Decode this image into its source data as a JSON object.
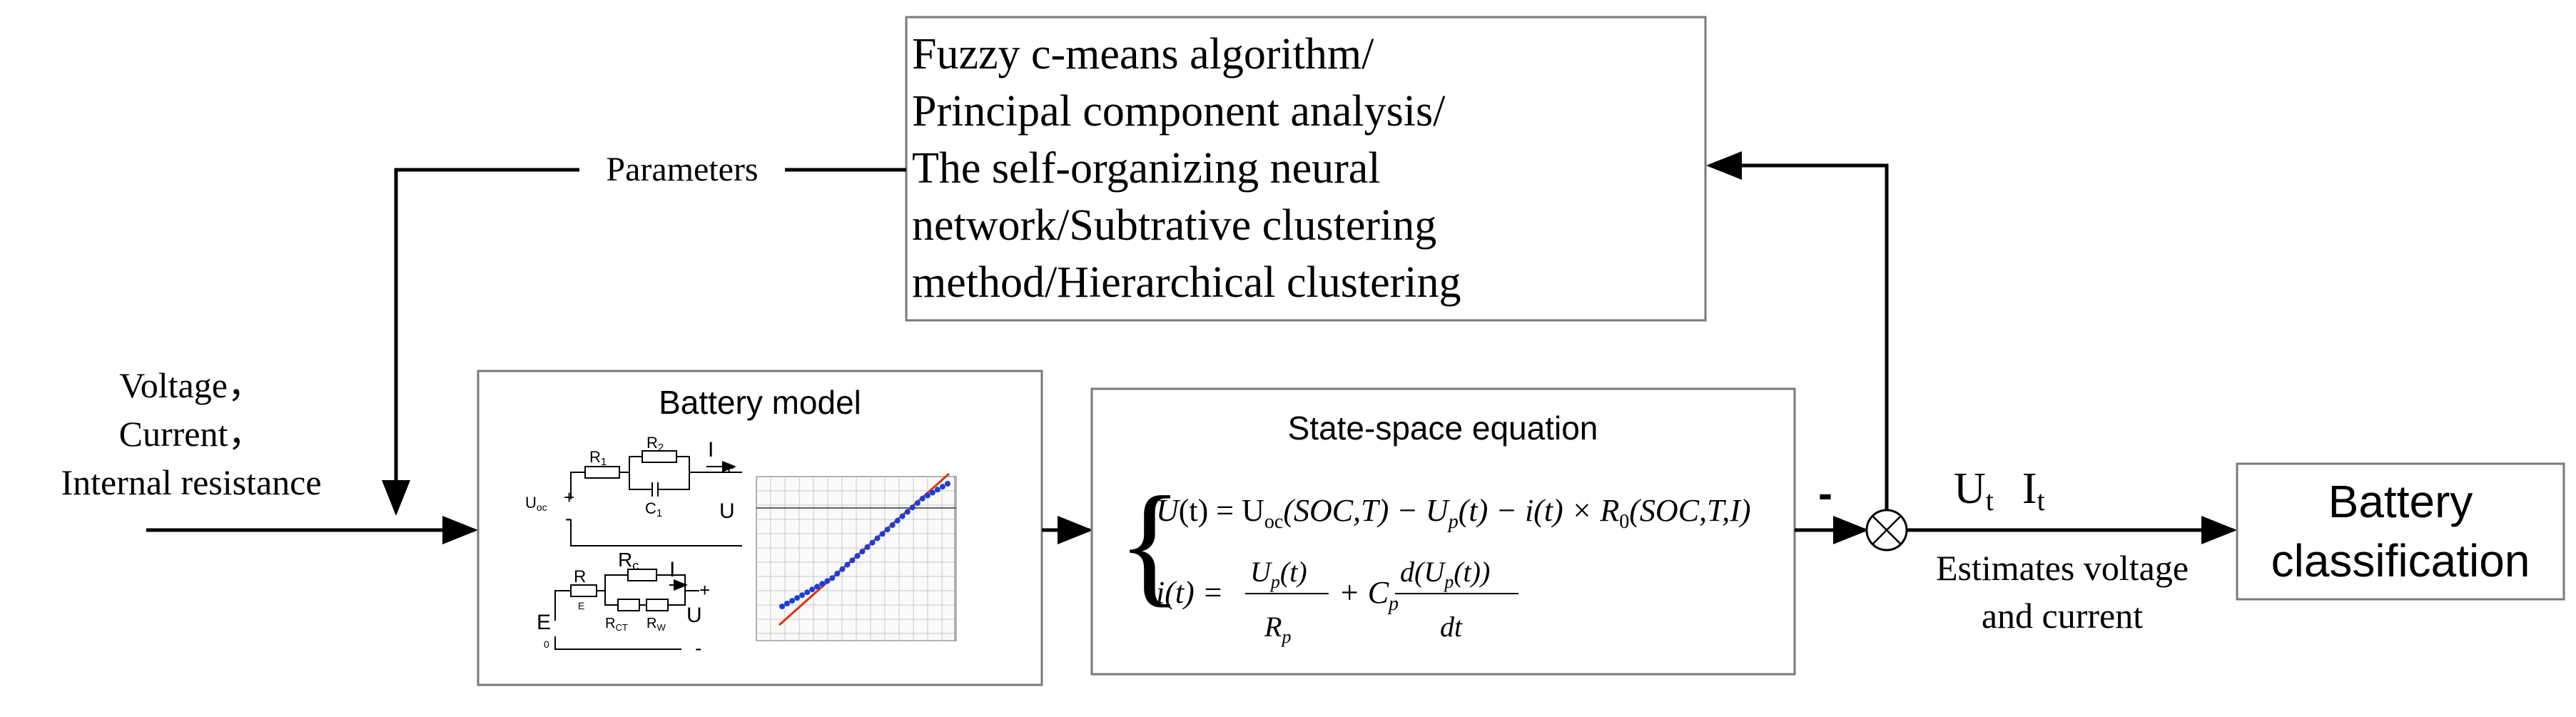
{
  "algorithms_box": {
    "lines": [
      "Fuzzy c-means algorithm/",
      "Principal component analysis/",
      "The self-organizing neural",
      "network/Subtrative clustering",
      "method/Hierarchical clustering"
    ]
  },
  "parameters_label": "Parameters",
  "inputs": {
    "lines": [
      "Voltage，",
      "Current，",
      "Internal resistance"
    ]
  },
  "battery_model": {
    "title": "Battery model",
    "circuit_top": {
      "r1": "R",
      "r1_sub": "1",
      "r2": "R",
      "r2_sub": "2",
      "c1": "C",
      "c1_sub": "1",
      "uoc": "U",
      "uoc_sub": "oc",
      "current": "I",
      "voltage": "U",
      "plus": "+",
      "minus": "-"
    },
    "circuit_bottom": {
      "r": "R",
      "r_sub": "E",
      "rc": "R",
      "rc_sub": "c",
      "rct": "R",
      "rct_sub": "CT",
      "rw": "R",
      "rw_sub": "W",
      "e": "E",
      "zero": "0",
      "current": "I",
      "voltage": "U",
      "plus": "+",
      "minus": "-"
    }
  },
  "state_space": {
    "title": "State-space equation",
    "eq1_tokens": [
      "U",
      "(t) = U",
      "oc",
      "(SOC,T) − U",
      "p",
      "(t) − i(t) × R",
      "0",
      "(SOC,T,I)"
    ],
    "eq2": {
      "lhs": "i(t) =",
      "num1": "U",
      "num1_sub": "p",
      "num1_tail": "(t)",
      "den1": "R",
      "den1_sub": "p",
      "plus": "+ C",
      "plus_sub": "p",
      "num2": "d(U",
      "num2_sub": "p",
      "num2_tail": "(t))",
      "den2": "dt"
    }
  },
  "minus_sign": "-",
  "output_vars": {
    "u": "U",
    "u_sub": "t",
    "i": "I",
    "i_sub": "t"
  },
  "estimates": {
    "lines": [
      "Estimates voltage",
      "and current"
    ]
  },
  "classification": {
    "lines": [
      "Battery",
      "classification"
    ]
  },
  "colors": {
    "line": "#000000",
    "box_border": "#7a7a7a",
    "fit_line": "#e03010",
    "points": "#1a3fd6"
  },
  "icons": {
    "summing_junction": "circle-cross-icon",
    "arrowhead": "arrow-icon"
  }
}
